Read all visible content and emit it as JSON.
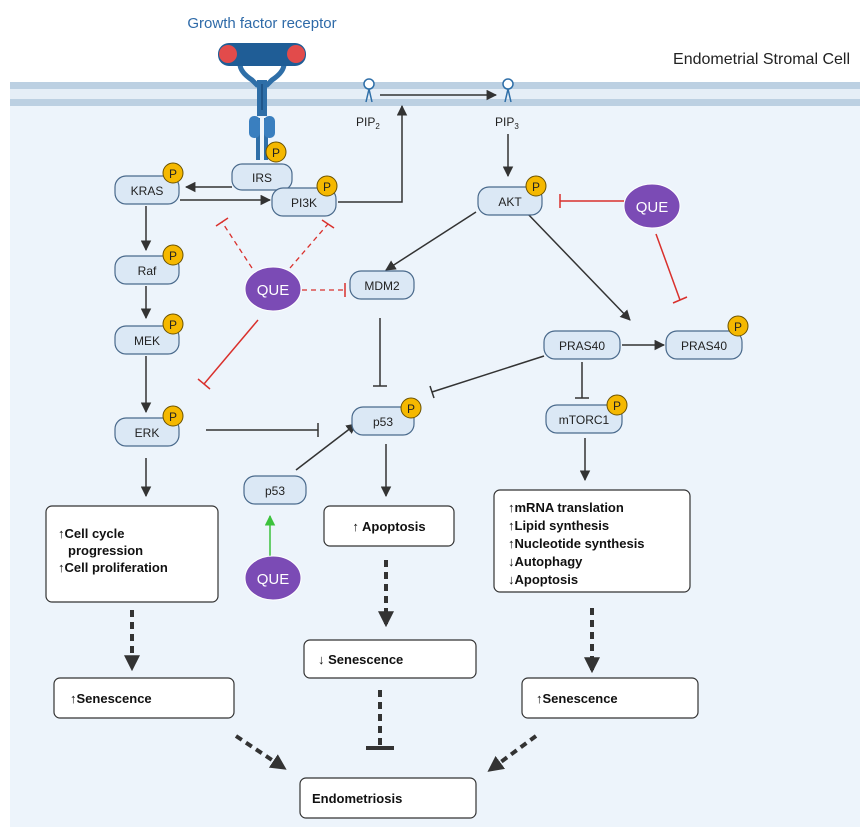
{
  "header": {
    "receptor_label": "Growth factor receptor",
    "cell_label": "Endometrial Stromal Cell"
  },
  "membrane": {
    "pip2": {
      "base": "PIP",
      "sub": "2"
    },
    "pip3": {
      "base": "PIP",
      "sub": "3"
    }
  },
  "phospho_label": "P",
  "proteins": {
    "irs": "IRS",
    "kras": "KRAS",
    "pi3k": "PI3K",
    "raf": "Raf",
    "mek": "MEK",
    "erk": "ERK",
    "akt": "AKT",
    "mdm2": "MDM2",
    "p53_main": "p53",
    "p53_induced": "p53",
    "pras40_left": "PRAS40",
    "pras40_right": "PRAS40",
    "mtorc1": "mTORC1"
  },
  "que_label": "QUE",
  "outcomes": {
    "erk_box": [
      "↑Cell cycle",
      "progression",
      "↑Cell proliferation"
    ],
    "apoptosis": "↑ Apoptosis",
    "mtorc1_box": [
      "↑mRNA translation",
      "↑Lipid synthesis",
      "↑Nucleotide synthesis",
      "↓Autophagy",
      "↓Apoptosis"
    ],
    "senescence_left": "↑Senescence",
    "senescence_mid": "↓ Senescence",
    "senescence_right": "↑Senescence",
    "endometriosis": "Endometriosis"
  },
  "colors": {
    "cytoplasm": "#edf4fb",
    "membrane": "#bcd0e2",
    "protein_fill": "#dbe8f5",
    "protein_stroke": "#4a6a8c",
    "phospho": "#f5b800",
    "que": "#7b4bb5",
    "inhibit_red": "#d9302c",
    "activate_green": "#3cc23c",
    "receptor_blue": "#2f6fa8",
    "header_blue": "#2e6aa8"
  }
}
